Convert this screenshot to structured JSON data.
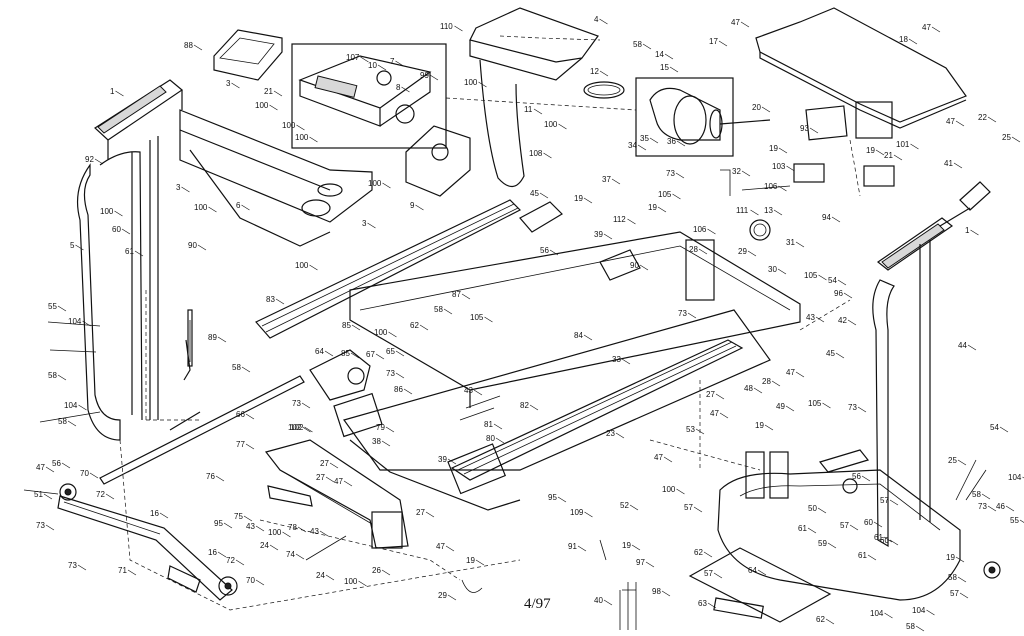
{
  "diagram": {
    "date_mark": "4/97",
    "part_labels": [
      {
        "text": "1"
      },
      {
        "text": "92"
      },
      {
        "text": "5"
      },
      {
        "text": "55"
      },
      {
        "text": "104"
      },
      {
        "text": "58"
      },
      {
        "text": "104"
      },
      {
        "text": "58"
      },
      {
        "text": "88"
      },
      {
        "text": "3"
      },
      {
        "text": "100"
      },
      {
        "text": "100"
      },
      {
        "text": "100"
      },
      {
        "text": "6"
      },
      {
        "text": "100"
      },
      {
        "text": "3"
      },
      {
        "text": "100"
      },
      {
        "text": "100"
      },
      {
        "text": "90"
      },
      {
        "text": "61"
      },
      {
        "text": "60"
      },
      {
        "text": "107"
      },
      {
        "text": "10"
      },
      {
        "text": "7"
      },
      {
        "text": "21"
      },
      {
        "text": "99"
      },
      {
        "text": "8"
      },
      {
        "text": "9"
      },
      {
        "text": "3"
      },
      {
        "text": "100"
      },
      {
        "text": "110"
      },
      {
        "text": "4"
      },
      {
        "text": "100"
      },
      {
        "text": "11"
      },
      {
        "text": "100"
      },
      {
        "text": "58"
      },
      {
        "text": "14"
      },
      {
        "text": "15"
      },
      {
        "text": "17"
      },
      {
        "text": "12"
      },
      {
        "text": "35"
      },
      {
        "text": "36"
      },
      {
        "text": "34"
      },
      {
        "text": "20"
      },
      {
        "text": "47"
      },
      {
        "text": "18"
      },
      {
        "text": "47"
      },
      {
        "text": "47"
      },
      {
        "text": "93"
      },
      {
        "text": "19"
      },
      {
        "text": "101"
      },
      {
        "text": "22"
      },
      {
        "text": "25"
      },
      {
        "text": "41"
      },
      {
        "text": "103"
      },
      {
        "text": "106"
      },
      {
        "text": "94"
      },
      {
        "text": "19"
      },
      {
        "text": "21"
      },
      {
        "text": "108"
      },
      {
        "text": "19"
      },
      {
        "text": "37"
      },
      {
        "text": "45"
      },
      {
        "text": "73"
      },
      {
        "text": "32"
      },
      {
        "text": "105"
      },
      {
        "text": "19"
      },
      {
        "text": "112"
      },
      {
        "text": "39"
      },
      {
        "text": "111"
      },
      {
        "text": "13"
      },
      {
        "text": "28"
      },
      {
        "text": "106"
      },
      {
        "text": "29"
      },
      {
        "text": "31"
      },
      {
        "text": "30"
      },
      {
        "text": "1"
      },
      {
        "text": "44"
      },
      {
        "text": "102"
      },
      {
        "text": "56"
      },
      {
        "text": "83"
      },
      {
        "text": "85"
      },
      {
        "text": "90"
      },
      {
        "text": "87"
      },
      {
        "text": "105"
      },
      {
        "text": "58"
      },
      {
        "text": "73"
      },
      {
        "text": "84"
      },
      {
        "text": "105"
      },
      {
        "text": "54"
      },
      {
        "text": "96"
      },
      {
        "text": "42"
      },
      {
        "text": "43"
      },
      {
        "text": "89"
      },
      {
        "text": "58"
      },
      {
        "text": "85"
      },
      {
        "text": "62"
      },
      {
        "text": "100"
      },
      {
        "text": "67"
      },
      {
        "text": "65"
      },
      {
        "text": "73"
      },
      {
        "text": "86"
      },
      {
        "text": "64"
      },
      {
        "text": "73"
      },
      {
        "text": "66"
      },
      {
        "text": "33"
      },
      {
        "text": "48"
      },
      {
        "text": "28"
      },
      {
        "text": "47"
      },
      {
        "text": "45"
      },
      {
        "text": "105"
      },
      {
        "text": "49"
      },
      {
        "text": "19"
      },
      {
        "text": "73"
      },
      {
        "text": "43"
      },
      {
        "text": "82"
      },
      {
        "text": "81"
      },
      {
        "text": "80"
      },
      {
        "text": "27"
      },
      {
        "text": "47"
      },
      {
        "text": "53"
      },
      {
        "text": "23"
      },
      {
        "text": "47"
      },
      {
        "text": "79"
      },
      {
        "text": "38"
      },
      {
        "text": "102"
      },
      {
        "text": "77"
      },
      {
        "text": "76"
      },
      {
        "text": "27"
      },
      {
        "text": "27"
      },
      {
        "text": "47"
      },
      {
        "text": "39"
      },
      {
        "text": "47"
      },
      {
        "text": "109"
      },
      {
        "text": "100"
      },
      {
        "text": "52"
      },
      {
        "text": "95"
      },
      {
        "text": "47"
      },
      {
        "text": "56"
      },
      {
        "text": "70"
      },
      {
        "text": "72"
      },
      {
        "text": "16"
      },
      {
        "text": "73"
      },
      {
        "text": "95"
      },
      {
        "text": "75"
      },
      {
        "text": "43"
      },
      {
        "text": "100"
      },
      {
        "text": "24"
      },
      {
        "text": "78"
      },
      {
        "text": "27"
      },
      {
        "text": "74"
      },
      {
        "text": "43"
      },
      {
        "text": "26"
      },
      {
        "text": "24"
      },
      {
        "text": "100"
      },
      {
        "text": "71"
      },
      {
        "text": "73"
      },
      {
        "text": "16"
      },
      {
        "text": "72"
      },
      {
        "text": "70"
      },
      {
        "text": "91"
      },
      {
        "text": "19"
      },
      {
        "text": "97"
      },
      {
        "text": "19"
      },
      {
        "text": "29"
      },
      {
        "text": "40"
      },
      {
        "text": "98"
      },
      {
        "text": "57"
      },
      {
        "text": "50"
      },
      {
        "text": "57"
      },
      {
        "text": "61"
      },
      {
        "text": "59"
      },
      {
        "text": "62"
      },
      {
        "text": "61"
      },
      {
        "text": "57"
      },
      {
        "text": "64"
      },
      {
        "text": "63"
      },
      {
        "text": "62"
      },
      {
        "text": "104"
      },
      {
        "text": "58"
      },
      {
        "text": "60"
      },
      {
        "text": "61"
      },
      {
        "text": "57"
      },
      {
        "text": "60"
      },
      {
        "text": "57"
      },
      {
        "text": "104"
      },
      {
        "text": "58"
      },
      {
        "text": "19"
      },
      {
        "text": "54"
      },
      {
        "text": "25"
      },
      {
        "text": "104"
      },
      {
        "text": "58"
      },
      {
        "text": "73"
      },
      {
        "text": "46"
      },
      {
        "text": "55"
      },
      {
        "text": "56"
      },
      {
        "text": "51"
      }
    ]
  }
}
